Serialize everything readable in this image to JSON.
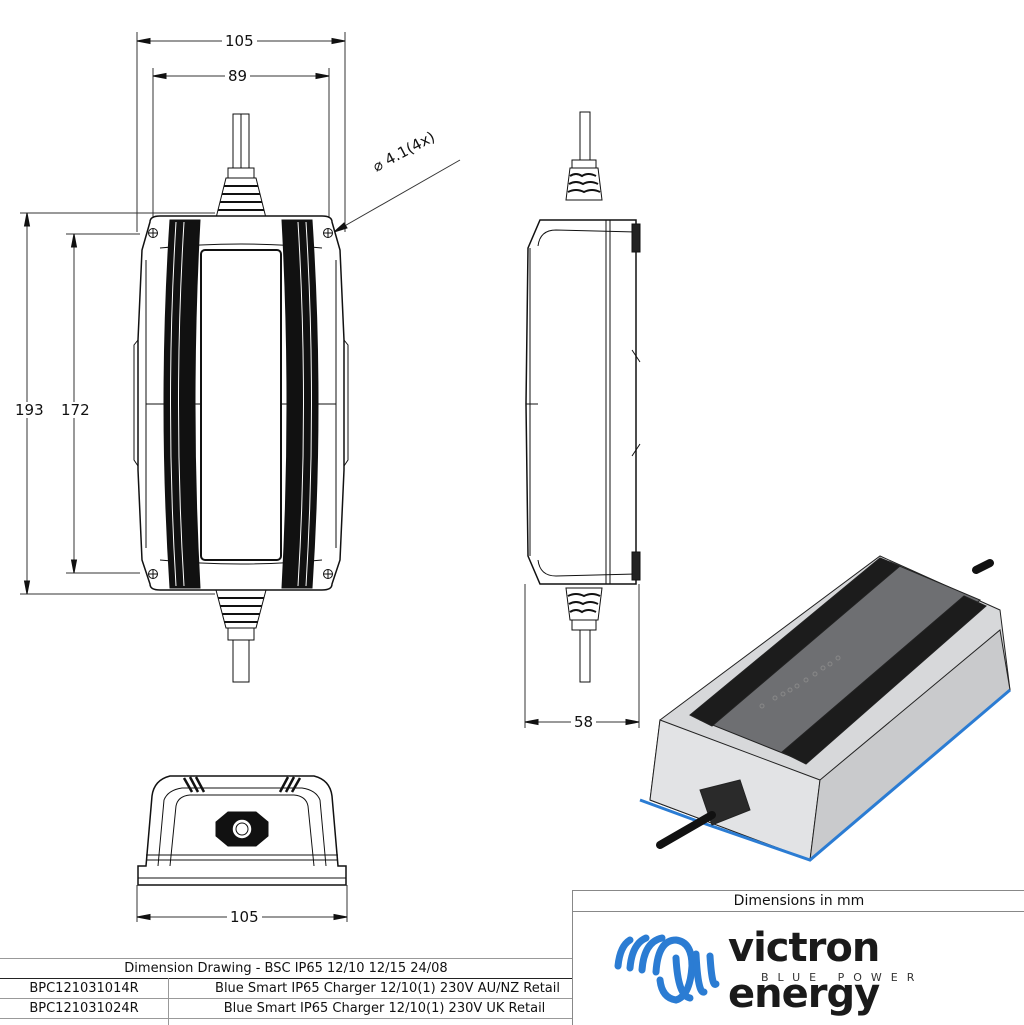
{
  "dimensions": {
    "front_view": {
      "overall_width": "105",
      "hole_spacing_width": "89",
      "overall_height": "193",
      "hole_spacing_height": "172",
      "hole_callout": "4.1(4x)",
      "hole_callout_symbol": "diameter-symbol"
    },
    "side_view": {
      "depth": "58"
    },
    "end_view": {
      "width": "105"
    }
  },
  "units_note": "Dimensions in mm",
  "brand": {
    "name": "victron energy",
    "tagline": "BLUE POWER",
    "logo_color": "#2b7cd3"
  },
  "title_block": {
    "heading": "Dimension Drawing - BSC IP65 12/10 12/15 24/08",
    "rows": [
      {
        "code": "BPC121031014R",
        "description": "Blue Smart IP65 Charger 12/10(1) 230V AU/NZ Retail"
      },
      {
        "code": "BPC121031024R",
        "description": "Blue Smart IP65 Charger 12/10(1) 230V UK Retail"
      }
    ]
  },
  "colors": {
    "line": "#111111",
    "accent_stripe": "#2b7cd3",
    "render_body": "#d7d8da",
    "render_top": "#6e6f72"
  }
}
